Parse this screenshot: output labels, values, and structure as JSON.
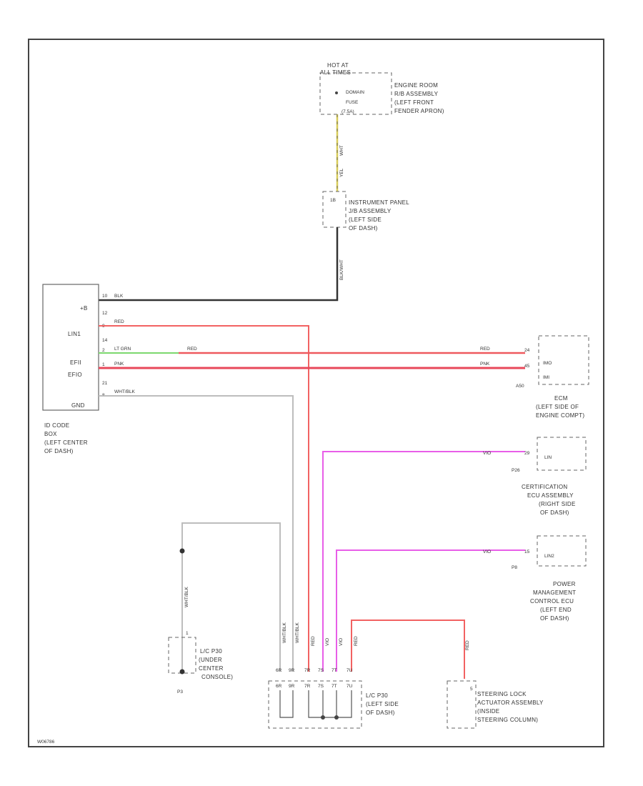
{
  "diagram": {
    "corner_code": "W06786",
    "power": {
      "hot_label": [
        "HOT AT",
        "ALL TIMES"
      ],
      "fuse_name": [
        "DOMAIN",
        "FUSE"
      ],
      "fuse_current": "(7.5A)",
      "location": [
        "ENGINE ROOM",
        "R/B ASSEMBLY",
        "(LEFT FRONT",
        "FENDER APRON)"
      ]
    },
    "jb": {
      "pin": "1B",
      "location": [
        "INSTRUMENT PANEL",
        "J/B ASSEMBLY",
        "(LEFT SIDE",
        "OF DASH)"
      ]
    },
    "idcode": {
      "title": [
        "ID CODE",
        "BOX",
        "(LEFT CENTER",
        "OF DASH)"
      ],
      "pins": [
        "+B",
        "LIN1",
        "EFII",
        "EFIO",
        "GND"
      ],
      "pin_nums": [
        "10",
        "12",
        "9",
        "14",
        "2",
        "1",
        "21",
        "8"
      ]
    },
    "ecm": {
      "connector": "A50",
      "pins": [
        "IMO",
        "IMI"
      ],
      "pin_nums": [
        "24",
        "45"
      ],
      "location": [
        "ECM",
        "(LEFT SIDE OF",
        "ENGINE COMPT)"
      ]
    },
    "cert": {
      "connector": "P26",
      "pin": "LIN",
      "pin_num": "29",
      "location": [
        "CERTIFICATION",
        "ECU ASSEMBLY",
        "(RIGHT SIDE",
        "OF DASH)"
      ]
    },
    "pwr": {
      "connector": "P8",
      "pin": "LIN2",
      "pin_num": "15",
      "location": [
        "POWER",
        "MANAGEMENT",
        "CONTROL ECU",
        "(LEFT END",
        "OF DASH)"
      ]
    },
    "ground": {
      "connector": "P3",
      "pin_num": "1",
      "location": [
        "L/C P30",
        "(UNDER",
        "CENTER",
        "CONSOLE)"
      ]
    },
    "lcp": {
      "pins": [
        "6R",
        "9R",
        "7R",
        "7S",
        "7T",
        "7U"
      ],
      "location": [
        "L/C P30",
        "(LEFT SIDE",
        "OF DASH)"
      ]
    },
    "steer": {
      "pin_num": "5",
      "location": [
        "STEERING LOCK",
        "ACTUATOR ASSEMBLY",
        "(INSIDE",
        "STEERING COLUMN)"
      ]
    },
    "wires": {
      "fuse_jb": [
        "WHT",
        "YEL"
      ],
      "jb_down": "BLK/WHT",
      "plus_b": "BLK",
      "lin1": "RED",
      "efii_a": "LT GRN",
      "efii_b": "RED",
      "efii_ecm": "RED",
      "efio": "PNK",
      "efio_ecm": "PNK",
      "gnd": "WHT/BLK",
      "cert": "VIO",
      "pwr": "VIO",
      "ground_v": "WHT/BLK",
      "lcp_left": "WHT/BLK",
      "lcp_red": "RED",
      "lcp_vio1": "VIO",
      "lcp_vio2": "VIO",
      "lcp_red2": "RED",
      "steer": "RED"
    },
    "colors": {
      "black": "#333333",
      "red": "#f26262",
      "pink": "#e8485a",
      "violet": "#e85ee8",
      "green": "#7cd86e",
      "yellow": "#d8cc5a",
      "gray": "#bdbdbd"
    }
  }
}
